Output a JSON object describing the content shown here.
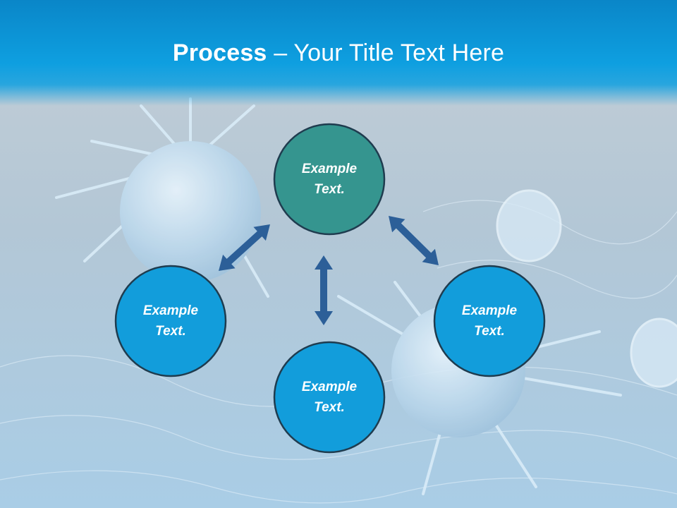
{
  "slide": {
    "title_bold": "Process",
    "title_rest": " – Your Title Text Here"
  },
  "nodes": [
    {
      "id": "top",
      "label": "Example\nText.",
      "color": "#35958f"
    },
    {
      "id": "left",
      "label": "Example\nText.",
      "color": "#129ddb"
    },
    {
      "id": "bottom",
      "label": "Example\nText.",
      "color": "#129ddb"
    },
    {
      "id": "right",
      "label": "Example\nText.",
      "color": "#129ddb"
    }
  ],
  "colors": {
    "node_border": "#1f3c4f",
    "arrow": "#2c5f98",
    "title_text": "#ffffff"
  }
}
